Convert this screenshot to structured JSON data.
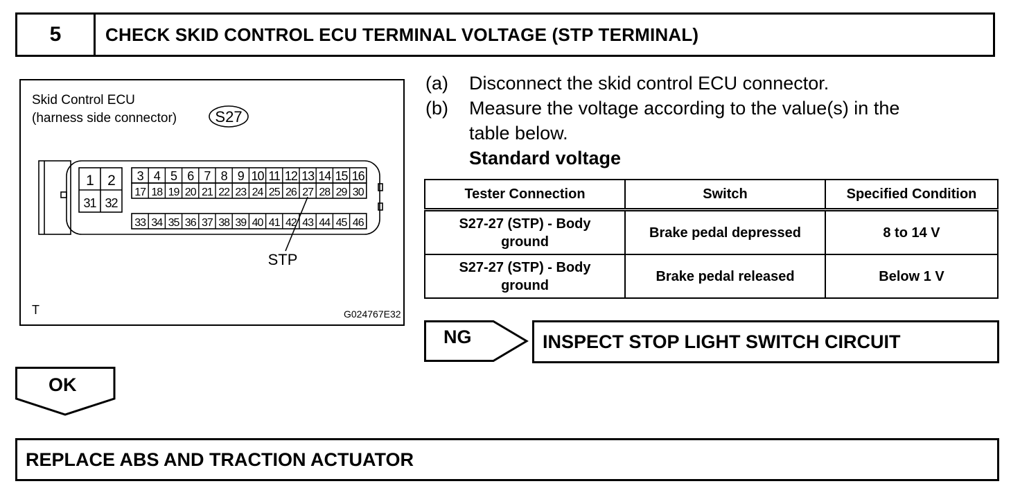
{
  "step": {
    "number": "5",
    "title": "CHECK SKID CONTROL ECU TERMINAL VOLTAGE (STP TERMINAL)"
  },
  "diagram": {
    "label_line1": "Skid Control ECU",
    "label_line2": "(harness side connector)",
    "connector_id": "S27",
    "pins_left_top": [
      "1",
      "2"
    ],
    "pins_left_bottom": [
      "31",
      "32"
    ],
    "pins_row1": [
      "3",
      "4",
      "5",
      "6",
      "7",
      "8",
      "9",
      "10",
      "11",
      "12",
      "13",
      "14",
      "15",
      "16"
    ],
    "pins_row2": [
      "17",
      "18",
      "19",
      "20",
      "21",
      "22",
      "23",
      "24",
      "25",
      "26",
      "27",
      "28",
      "29",
      "30"
    ],
    "pins_row3": [
      "33",
      "34",
      "35",
      "36",
      "37",
      "38",
      "39",
      "40",
      "41",
      "42",
      "43",
      "44",
      "45",
      "46"
    ],
    "pin_callout": "STP",
    "corner_mark": "T",
    "figure_code": "G024767E32"
  },
  "instructions": {
    "a_tag": "(a)",
    "a_text": "Disconnect the skid control ECU connector.",
    "b_tag": "(b)",
    "b_text_line1": "Measure the voltage according to the value(s) in the",
    "b_text_line2": "table below.",
    "standard_label": "Standard voltage"
  },
  "table": {
    "headers": [
      "Tester Connection",
      "Switch",
      "Specified Condition"
    ],
    "rows": [
      {
        "connection_line1": "S27-27 (STP) - Body",
        "connection_line2": "ground",
        "switch": "Brake pedal depressed",
        "condition": "8 to 14 V"
      },
      {
        "connection_line1": "S27-27 (STP) - Body",
        "connection_line2": "ground",
        "switch": "Brake pedal released",
        "condition": "Below 1 V"
      }
    ]
  },
  "ng": {
    "label": "NG",
    "action": "INSPECT STOP LIGHT SWITCH CIRCUIT"
  },
  "ok": {
    "label": "OK"
  },
  "final": {
    "action": "REPLACE ABS AND TRACTION ACTUATOR"
  }
}
